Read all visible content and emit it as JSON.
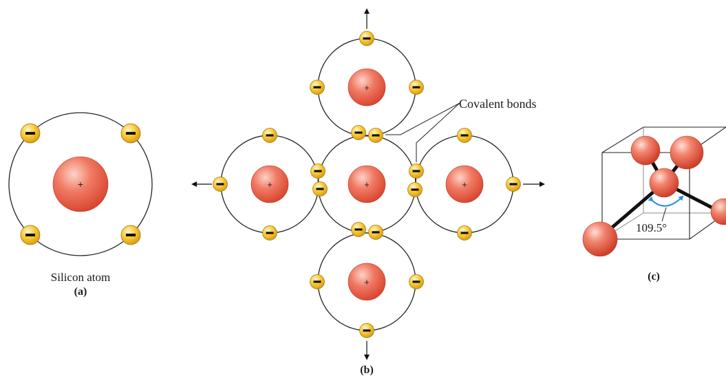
{
  "panel_a": {
    "caption": "Silicon atom",
    "tag": "(a)"
  },
  "panel_b": {
    "annotation": "Covalent bonds",
    "tag": "(b)"
  },
  "panel_c": {
    "angle_label": "109.5°",
    "tag": "(c)"
  },
  "symbols": {
    "nucleus": "+",
    "electron": "−"
  },
  "colors": {
    "nucleus": "#ef6e5a",
    "electron": "#f6c531",
    "orbit": "#222222"
  }
}
